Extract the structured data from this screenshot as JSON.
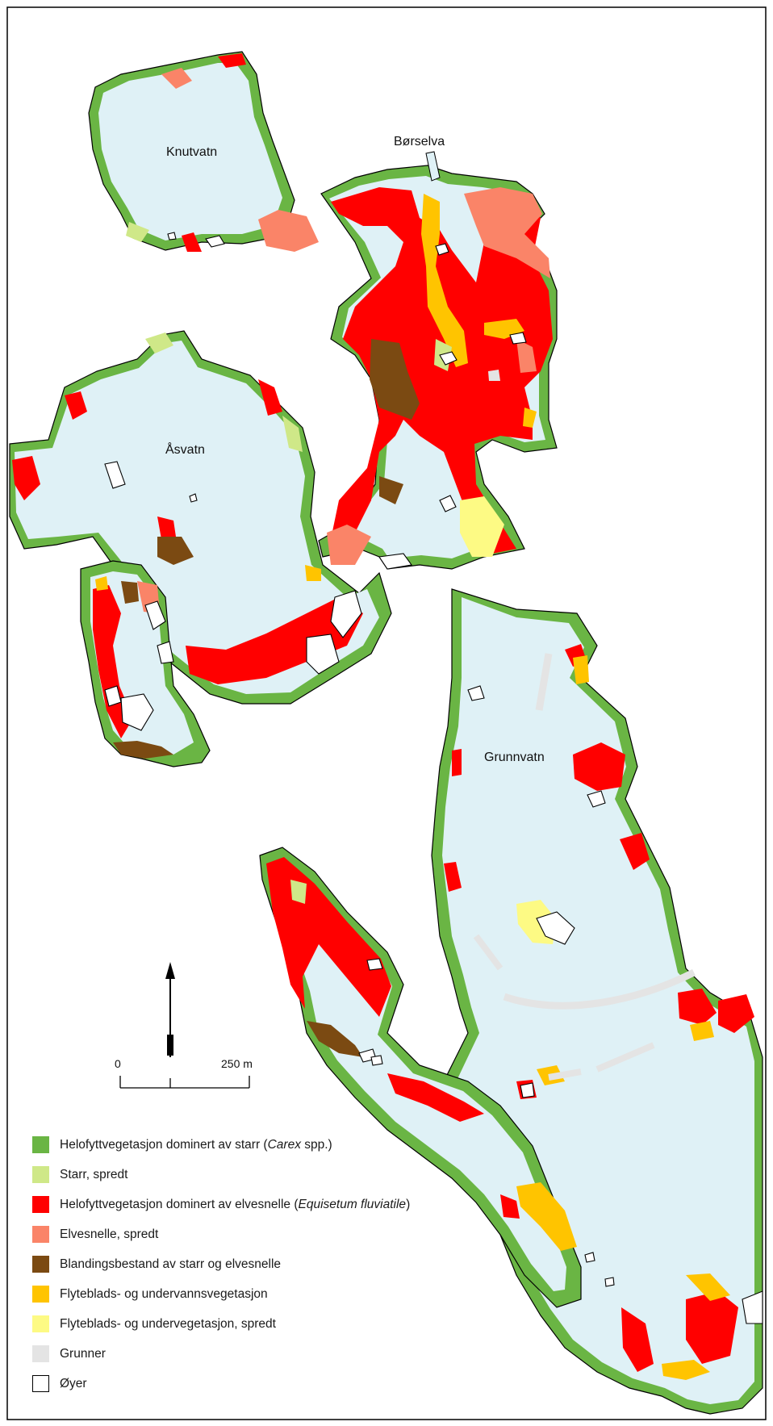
{
  "colors": {
    "water": "#dff1f6",
    "land": "#ffffff",
    "shore": "#000000",
    "carex": "#6ab544",
    "carex_sparse": "#cfe888",
    "equisetum": "#ff0000",
    "equisetum_sparse": "#fa8468",
    "mixed": "#7b4a12",
    "floating": "#ffc400",
    "floating_sparse": "#fdfa84",
    "shallows": "#e4e4e4"
  },
  "place_labels": {
    "knutvatn": "Knutvatn",
    "borselva": "Børselva",
    "asvatn": "Åsvatn",
    "grunnvatn": "Grunnvatn"
  },
  "north_arrow": {
    "icon": "north-arrow-icon"
  },
  "scale_bar": {
    "label_start": "0",
    "label_end": "250 m"
  },
  "legend": [
    {
      "key": "carex",
      "pre": "Helofyttvegetasjon dominert av starr (",
      "italic": "Carex",
      "post": " spp.)"
    },
    {
      "key": "carex_sparse",
      "pre": "Starr, spredt",
      "italic": "",
      "post": ""
    },
    {
      "key": "equisetum",
      "pre": "Helofyttvegetasjon dominert av elvesnelle (",
      "italic": "Equisetum fluviatile",
      "post": ")"
    },
    {
      "key": "equisetum_sparse",
      "pre": "Elvesnelle, spredt",
      "italic": "",
      "post": ""
    },
    {
      "key": "mixed",
      "pre": "Blandingsbestand av starr og elvesnelle",
      "italic": "",
      "post": ""
    },
    {
      "key": "floating",
      "pre": "Flyteblads- og undervannsvegetasjon",
      "italic": "",
      "post": ""
    },
    {
      "key": "floating_sparse",
      "pre": "Flyteblads- og undervegetasjon, spredt",
      "italic": "",
      "post": ""
    },
    {
      "key": "shallows",
      "pre": "Grunner",
      "italic": "",
      "post": ""
    },
    {
      "key": "land",
      "pre": "Øyer",
      "italic": "",
      "post": ""
    }
  ]
}
